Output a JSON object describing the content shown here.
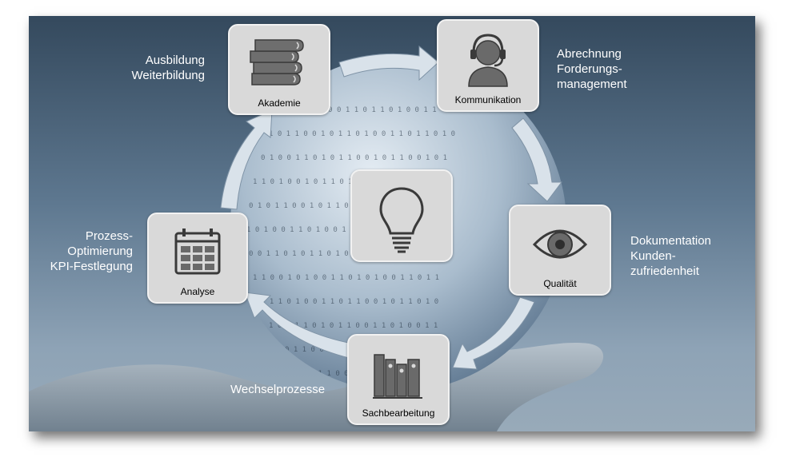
{
  "nodes": {
    "akademie": "Akademie",
    "kommunikation": "Kommunikation",
    "qualitaet": "Qualität",
    "sachbearbeitung": "Sachbearbeitung",
    "analyse": "Analyse"
  },
  "side_labels": {
    "akademie": [
      "Ausbildung",
      "Weiterbildung"
    ],
    "kommunikation": [
      "Abrechnung",
      "Forderungs-",
      "management"
    ],
    "qualitaet": [
      "Dokumentation",
      "Kunden-",
      "zufriedenheit"
    ],
    "sachbearbeitung": [
      "Wechselprozesse"
    ],
    "analyse": [
      "Prozess-",
      "Optimierung",
      "KPI-Festlegung"
    ]
  },
  "icons": {
    "center": "lightbulb-icon",
    "akademie": "books-icon",
    "kommunikation": "headset-icon",
    "qualitaet": "eye-icon",
    "sachbearbeitung": "binders-icon",
    "analyse": "calendar-icon"
  },
  "colors": {
    "background": "#5e7890",
    "node_fill": "#d9d9d9",
    "arrow": "#d9e2ea",
    "label_text": "#ffffff"
  }
}
